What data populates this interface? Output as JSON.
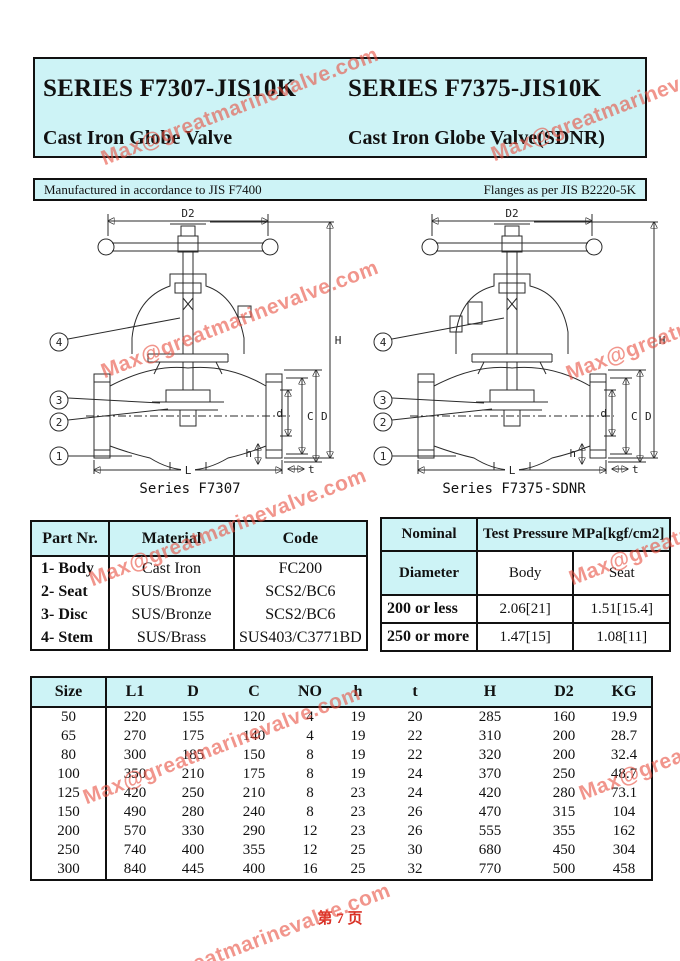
{
  "watermark": {
    "text": "Max@greatmarinevalve.com",
    "color": "#e85040"
  },
  "header": {
    "title_left": "SERIES F7307-JIS10K",
    "title_right": "SERIES F7375-JIS10K",
    "subtitle_left": "Cast Iron Globe Valve",
    "subtitle_right": "Cast Iron Globe Valve(SDNR)"
  },
  "standards": {
    "left": "Manufactured in accordance to JIS F7400",
    "right": "Flanges as per JIS B2220-5K"
  },
  "diagrams": {
    "left_caption": "Series F7307",
    "right_caption": "Series F7375-SDNR",
    "labels": {
      "d2": "D2",
      "h_total": "H",
      "c": "C",
      "d_outer": "D",
      "d_bore": "d",
      "h_flange": "h",
      "t": "t",
      "l": "L"
    },
    "callouts": [
      "1",
      "2",
      "3",
      "4"
    ]
  },
  "parts_table": {
    "headers": [
      "Part Nr.",
      "Material",
      "Code"
    ],
    "rows": [
      [
        "1- Body",
        "Cast Iron",
        "FC200"
      ],
      [
        "2- Seat",
        "SUS/Bronze",
        "SCS2/BC6"
      ],
      [
        "3- Disc",
        "SUS/Bronze",
        "SCS2/BC6"
      ],
      [
        "4- Stem",
        "SUS/Brass",
        "SUS403/C3771BD"
      ]
    ]
  },
  "pressure_table": {
    "nominal": "Nominal",
    "diameter": "Diameter",
    "test_pressure_header": "Test Pressure MPa[kgf/cm2]",
    "body": "Body",
    "seat": "Seat",
    "rows": [
      [
        "200 or less",
        "2.06[21]",
        "1.51[15.4]"
      ],
      [
        "250 or more",
        "1.47[15]",
        "1.08[11]"
      ]
    ]
  },
  "dim_table": {
    "headers": [
      "Size",
      "L1",
      "D",
      "C",
      "NO",
      "h",
      "t",
      "H",
      "D2",
      "KG"
    ],
    "rows": [
      [
        "50",
        "220",
        "155",
        "120",
        "4",
        "19",
        "20",
        "285",
        "160",
        "19.9"
      ],
      [
        "65",
        "270",
        "175",
        "140",
        "4",
        "19",
        "22",
        "310",
        "200",
        "28.7"
      ],
      [
        "80",
        "300",
        "185",
        "150",
        "8",
        "19",
        "22",
        "320",
        "200",
        "32.4"
      ],
      [
        "100",
        "350",
        "210",
        "175",
        "8",
        "19",
        "24",
        "370",
        "250",
        "48.7"
      ],
      [
        "125",
        "420",
        "250",
        "210",
        "8",
        "23",
        "24",
        "420",
        "280",
        "73.1"
      ],
      [
        "150",
        "490",
        "280",
        "240",
        "8",
        "23",
        "26",
        "470",
        "315",
        "104"
      ],
      [
        "200",
        "570",
        "330",
        "290",
        "12",
        "23",
        "26",
        "555",
        "355",
        "162"
      ],
      [
        "250",
        "740",
        "400",
        "355",
        "12",
        "25",
        "30",
        "680",
        "450",
        "304"
      ],
      [
        "300",
        "840",
        "445",
        "400",
        "16",
        "25",
        "32",
        "770",
        "500",
        "458"
      ]
    ]
  },
  "footer": {
    "page_label": "第 7 页"
  },
  "colors": {
    "band": "#cdf3f6",
    "footer_red": "#d93025"
  }
}
